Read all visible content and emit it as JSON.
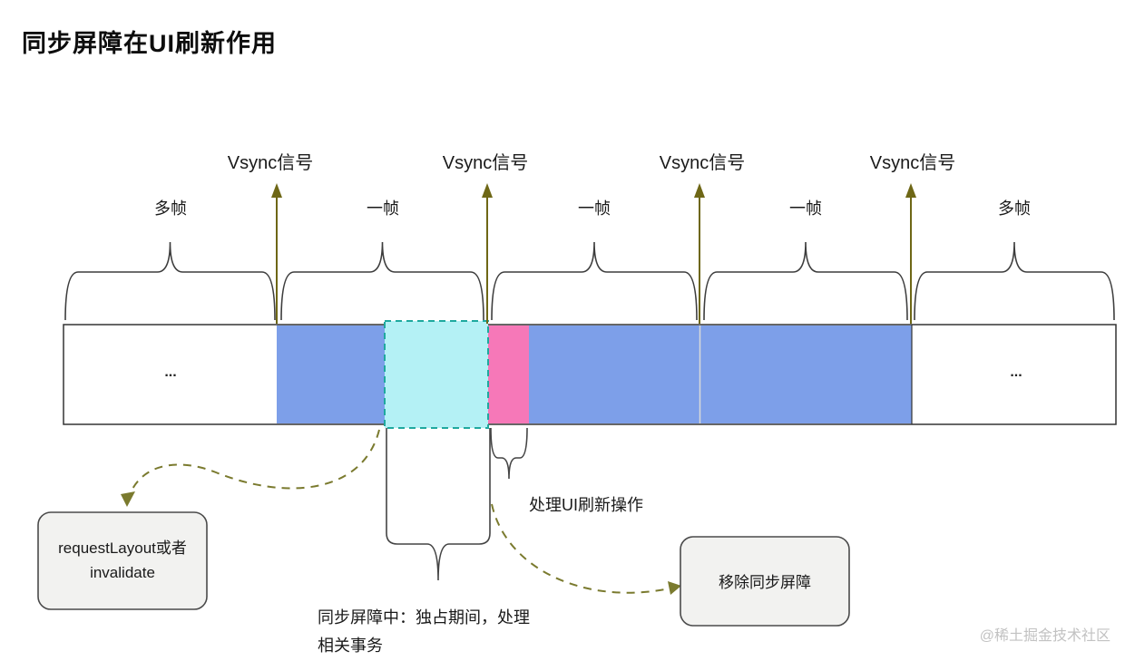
{
  "title": "同步屏障在UI刷新作用",
  "vsync": {
    "labels": [
      "Vsync信号",
      "Vsync信号",
      "Vsync信号",
      "Vsync信号"
    ]
  },
  "frames": {
    "labels": [
      "多帧",
      "一帧",
      "一帧",
      "一帧",
      "多帧"
    ]
  },
  "bar": {
    "left_ellipsis": "...",
    "right_ellipsis": "..."
  },
  "annotations": {
    "ui_refresh": "处理UI刷新操作",
    "barrier_line1": "同步屏障中：独占期间，处理",
    "barrier_line2": "相关事务",
    "request_box_line1": "requestLayout或者",
    "request_box_line2": "invalidate",
    "remove_box": "移除同步屏障"
  },
  "watermark": "@稀土掘金技术社区",
  "colors": {
    "frame_blue": "#7D9FE9",
    "barrier_cyan": "#B4F1F5",
    "barrier_cyan_border": "#1FA99F",
    "ui_refresh_pink": "#F678B8",
    "vsync_arrow": "#6E6716",
    "dashed_arrow": "#7A7A2E",
    "box_fill": "#F2F2F0",
    "box_border": "#4A4A4A"
  }
}
